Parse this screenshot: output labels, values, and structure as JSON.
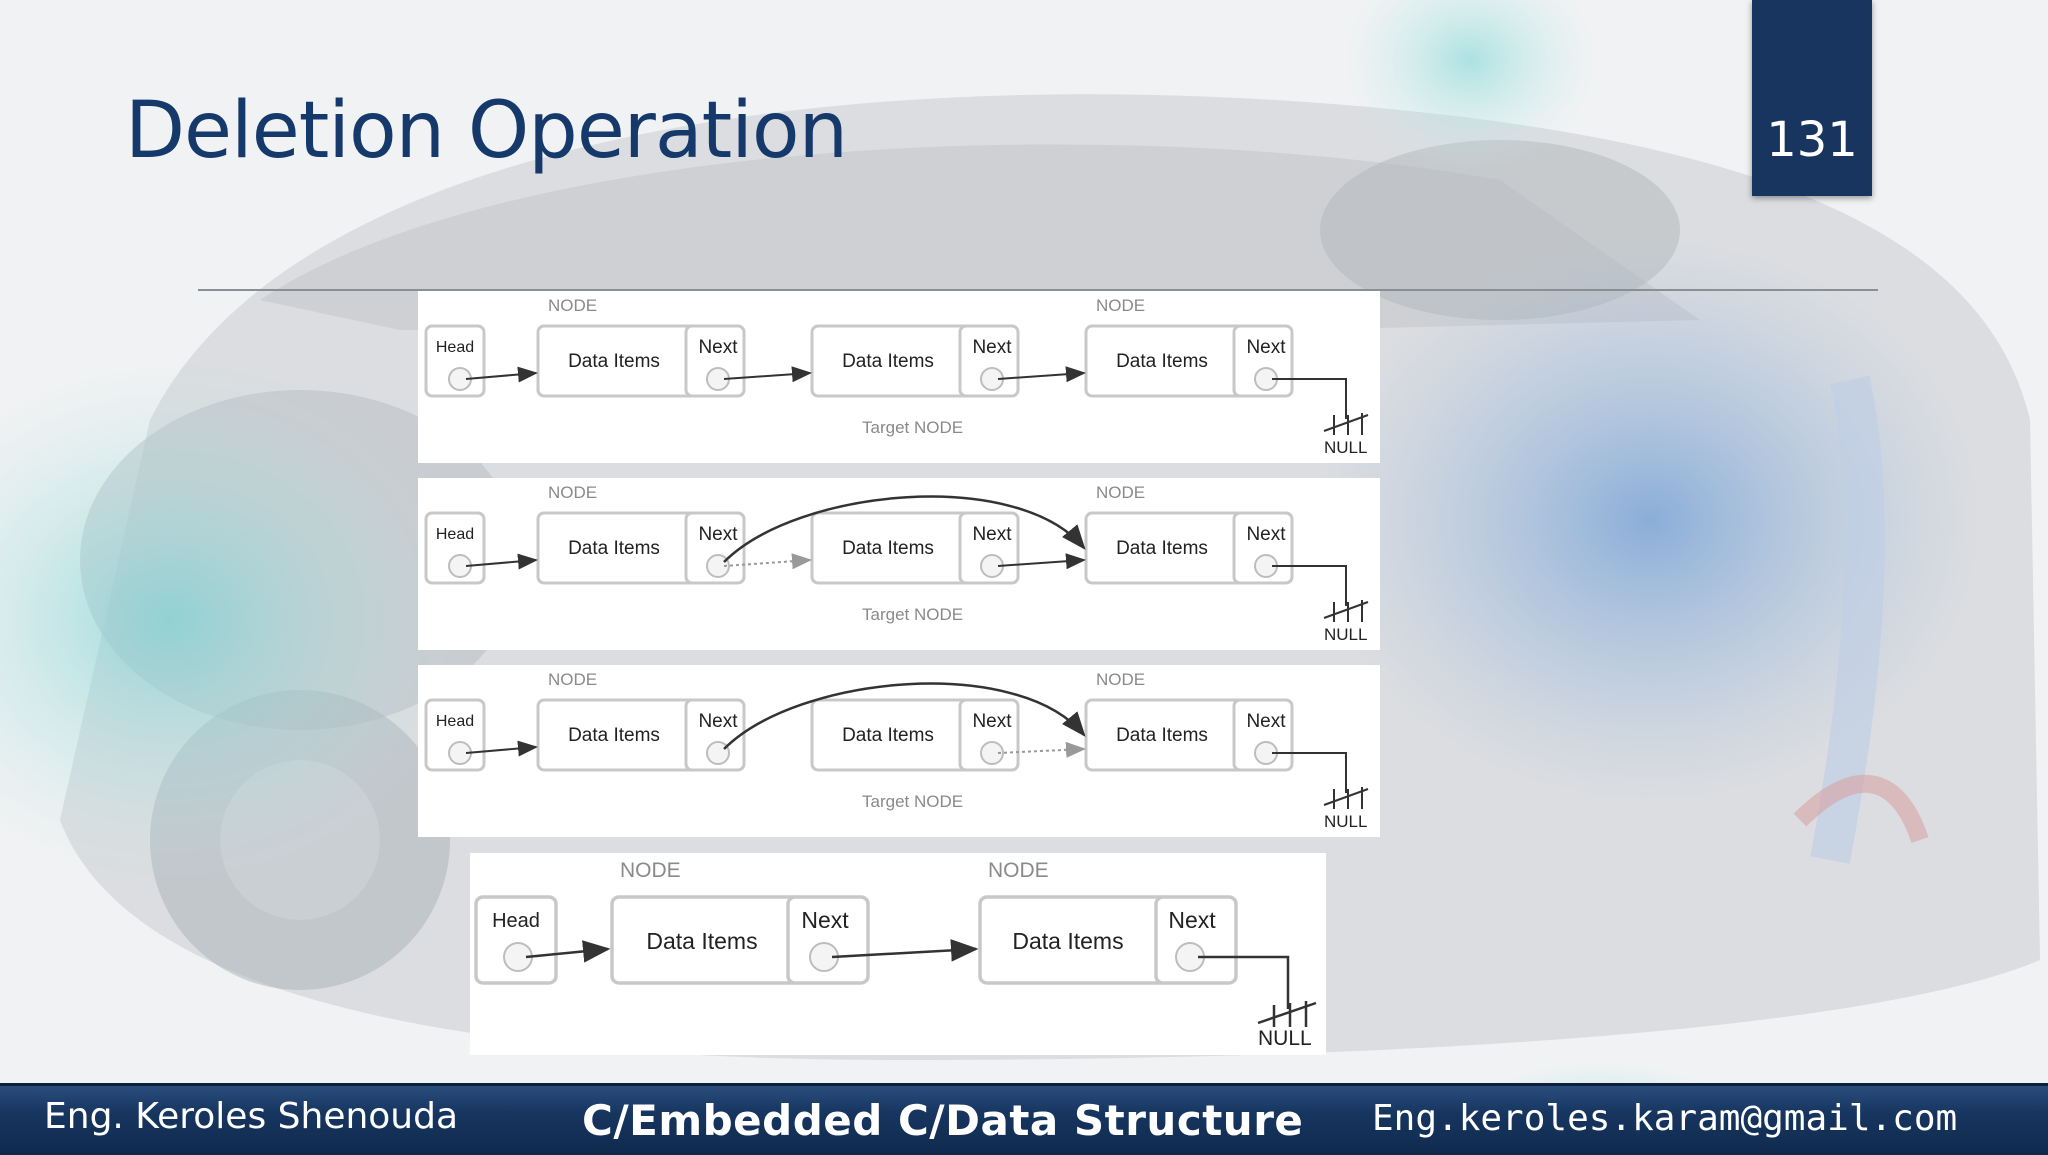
{
  "slide": {
    "title": "Deletion Operation",
    "page_number": "131"
  },
  "diagrams": [
    {
      "nodes": [
        "Head",
        "Data Items",
        "Next",
        "Data Items",
        "Next",
        "Data Items",
        "Next"
      ],
      "node_labels": [
        "NODE",
        "NODE"
      ],
      "target_label": "Target NODE",
      "null_label": "NULL"
    },
    {
      "nodes": [
        "Head",
        "Data Items",
        "Next",
        "Data Items",
        "Next",
        "Data Items",
        "Next"
      ],
      "node_labels": [
        "NODE",
        "NODE"
      ],
      "target_label": "Target NODE",
      "null_label": "NULL"
    },
    {
      "nodes": [
        "Head",
        "Data Items",
        "Next",
        "Data Items",
        "Next",
        "Data Items",
        "Next"
      ],
      "node_labels": [
        "NODE",
        "NODE"
      ],
      "target_label": "Target NODE",
      "null_label": "NULL"
    },
    {
      "nodes": [
        "Head",
        "Data Items",
        "Next",
        "Data Items",
        "Next"
      ],
      "node_labels": [
        "NODE",
        "NODE"
      ],
      "null_label": "NULL"
    }
  ],
  "footer": {
    "author": "Eng. Keroles Shenouda",
    "course": "C/Embedded C/Data Structure",
    "email": "Eng.keroles.karam@gmail.com"
  },
  "colors": {
    "title": "#16396b",
    "badge": "#17355f",
    "footer": "#16355f",
    "arrow": "#333333",
    "box_border": "#c8c8c8"
  }
}
